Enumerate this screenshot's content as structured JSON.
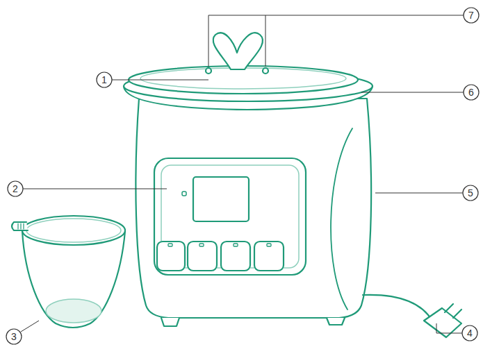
{
  "diagram": {
    "labels": [
      "7",
      "1",
      "6",
      "2",
      "5",
      "3",
      "4"
    ]
  }
}
